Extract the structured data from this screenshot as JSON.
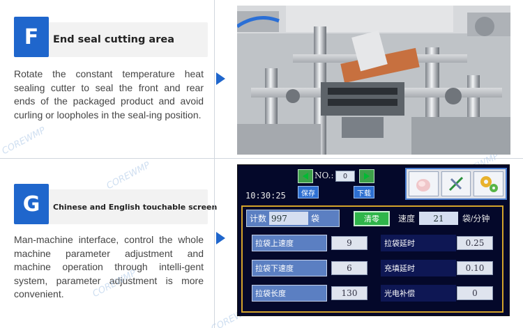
{
  "features": [
    {
      "letter": "F",
      "title": "End seal cutting area",
      "description": "Rotate the constant temperature heat sealing cutter to seal the front and rear ends of the packaged product and avoid curling or loopholes in the seal-ing position."
    },
    {
      "letter": "G",
      "title": "Chinese and English touchable screen",
      "description": "Man-machine interface, control the whole machine parameter adjustment and machine operation through intelli-gent system, parameter adjustment is more convenient."
    }
  ],
  "hmi": {
    "no_label": "NO.:",
    "no_value": "0",
    "time": "10:30:25",
    "save_label": "保存",
    "download_label": "下载",
    "count_label": "计数",
    "count_value": "997",
    "count_unit": "袋",
    "clear_label": "清零",
    "speed_label": "速度",
    "speed_value": "21",
    "speed_unit": "袋/分钟",
    "params": [
      {
        "label": "拉袋上速度",
        "value": "9"
      },
      {
        "label": "拉袋下速度",
        "value": "6"
      },
      {
        "label": "拉袋长度",
        "value": "130"
      },
      {
        "label": "拉袋延时",
        "value": "0.25"
      },
      {
        "label": "充填延时",
        "value": "0.10"
      },
      {
        "label": "光电补偿",
        "value": "0"
      }
    ],
    "icons": [
      "chicken-icon",
      "tools-icon",
      "gears-icon"
    ]
  },
  "watermark": "COREWMP",
  "colors": {
    "accent": "#1f66cc",
    "screen_bg": "#04082a",
    "frame": "#d4a42a",
    "green": "#3da04a"
  }
}
